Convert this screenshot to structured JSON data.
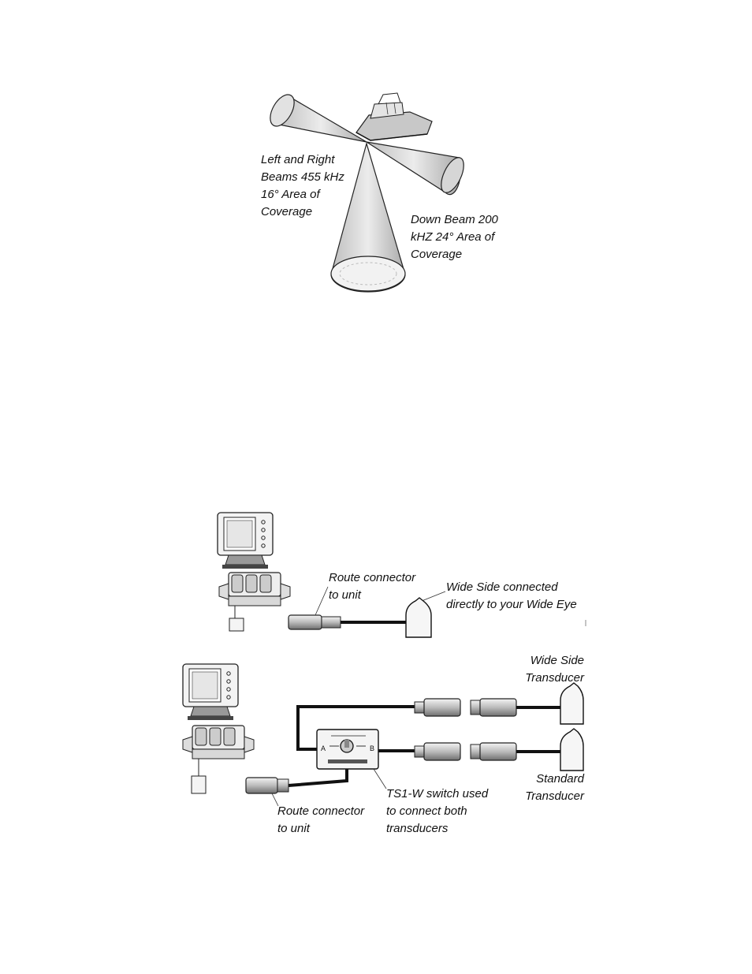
{
  "beam_figure": {
    "lr_label": [
      "Left and Right",
      "Beams 455 kHz",
      "16° Area of",
      "Coverage"
    ],
    "down_label": [
      "Down Beam 200",
      "kHZ 24° Area of",
      "Coverage"
    ]
  },
  "direct_figure": {
    "route_label": [
      "Route connector",
      "to unit"
    ],
    "wide_label": [
      "Wide Side connected",
      "directly to your Wide Eye"
    ]
  },
  "switch_figure": {
    "wide_label": [
      "Wide Side",
      "Transducer"
    ],
    "standard_label": [
      "Standard",
      "Transducer"
    ],
    "route_label": [
      "Route connector",
      "to unit"
    ],
    "switch_label": [
      "TS1-W switch used",
      "to connect both",
      "transducers"
    ],
    "switch_port_a": "A",
    "switch_port_b": "B"
  },
  "icons": [
    "sonar-beam-icon",
    "boat-icon",
    "fishfinder-unit-icon",
    "mounting-bracket-icon",
    "transducer-icon",
    "connector-icon",
    "switch-box-icon"
  ]
}
